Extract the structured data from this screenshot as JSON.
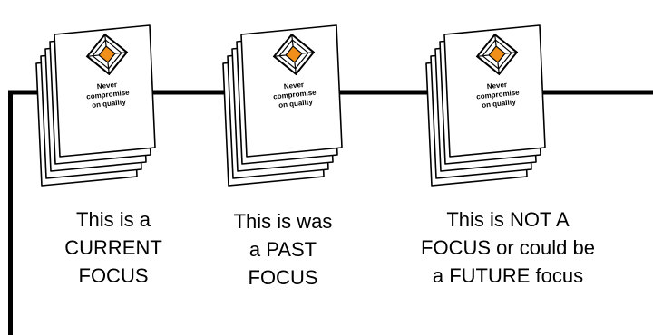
{
  "colors": {
    "line": "#000000",
    "accent": "#f0901b",
    "paper": "#ffffff"
  },
  "stacks": [
    {
      "icon": "quality-diamond-icon",
      "doc_text": [
        "Never",
        "compromise",
        "on quality"
      ],
      "caption": [
        "This is a",
        "CURRENT",
        "FOCUS"
      ]
    },
    {
      "icon": "quality-diamond-icon",
      "doc_text": [
        "Never",
        "compromise",
        "on quality"
      ],
      "caption": [
        "This is was",
        "a PAST",
        "FOCUS"
      ]
    },
    {
      "icon": "quality-diamond-icon",
      "doc_text": [
        "Never",
        "compromise",
        "on quality"
      ],
      "caption": [
        "This is NOT A",
        "FOCUS or could be",
        "a FUTURE focus"
      ]
    }
  ]
}
